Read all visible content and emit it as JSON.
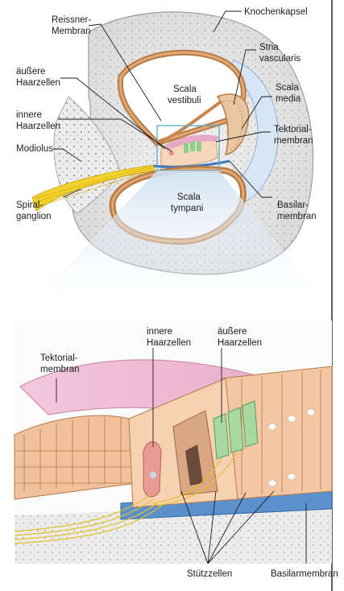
{
  "top_labels": {
    "reissner": [
      "Reissner-",
      "Membran"
    ],
    "knochenkapsel": [
      "Knochenkapsel"
    ],
    "stria": [
      "Stria",
      "vascularis"
    ],
    "aeussere": [
      "äußere",
      "Haarzellen"
    ],
    "scala_vestibuli": [
      "Scala",
      "vestibuli"
    ],
    "scala_media": [
      "Scala",
      "media"
    ],
    "innere": [
      "innere",
      "Haarzellen"
    ],
    "tektorial": [
      "Tektorial-",
      "membran"
    ],
    "modiolus": [
      "Modiolus"
    ],
    "scala_tympani": [
      "Scala",
      "tympani"
    ],
    "basilar": [
      "Basilar-",
      "membran"
    ],
    "spiral": [
      "Spiral-",
      "ganglion"
    ]
  },
  "bottom_labels": {
    "innere": [
      "innere",
      "Haarzellen"
    ],
    "aeussere": [
      "äußere",
      "Haarzellen"
    ],
    "tektorial": [
      "Tektorial-",
      "membran"
    ],
    "stuetz": [
      "Stützzellen"
    ],
    "basilar": [
      "Basilarmembran"
    ]
  },
  "colors": {
    "bone": "#e8e8e8",
    "cochlear_wall": "#c9874f",
    "fluid": "#dbeaf6",
    "tectorial": "#e8a9c4",
    "basilar": "#4f86c6",
    "ganglion": "#f3d12c",
    "cell": "#f3c7a3",
    "hair_green": "#a8d8a1",
    "zoom_box": "#5aa9c9"
  }
}
